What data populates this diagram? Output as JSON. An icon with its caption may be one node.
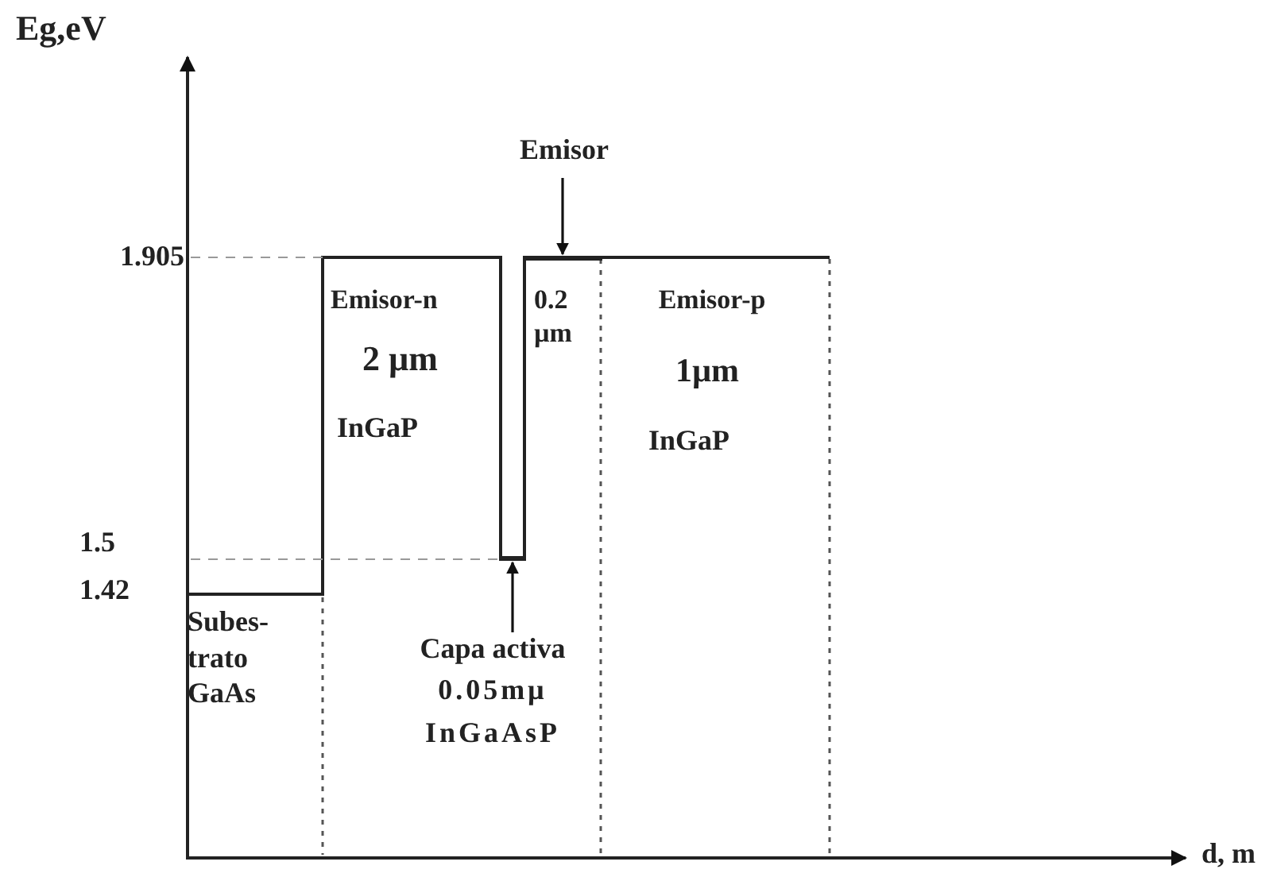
{
  "diagram": {
    "nodes": [
      {
        "text": [
          "Emisor"
        ]
      },
      {
        "text": [],
        "shape": "bar"
      },
      {
        "text": [],
        "shape": "bar"
      },
      {
        "text": [
          "Capa activa",
          "0.05mµ",
          "InGaAsP"
        ]
      }
    ],
    "edges": [
      {
        "from": 0,
        "to": 1,
        "arrow": "to"
      },
      {
        "from": 3,
        "to": 2,
        "arrow": "to"
      }
    ],
    "labels": [
      "Eg,eV",
      "1.905",
      "1.5",
      "1.42",
      "Emisor-n",
      "2 µm",
      "InGaP",
      "0.2 µm",
      "Emisor-p",
      "1µm",
      "InGaP",
      "Subes-trato GaAs",
      "d, m"
    ]
  }
}
